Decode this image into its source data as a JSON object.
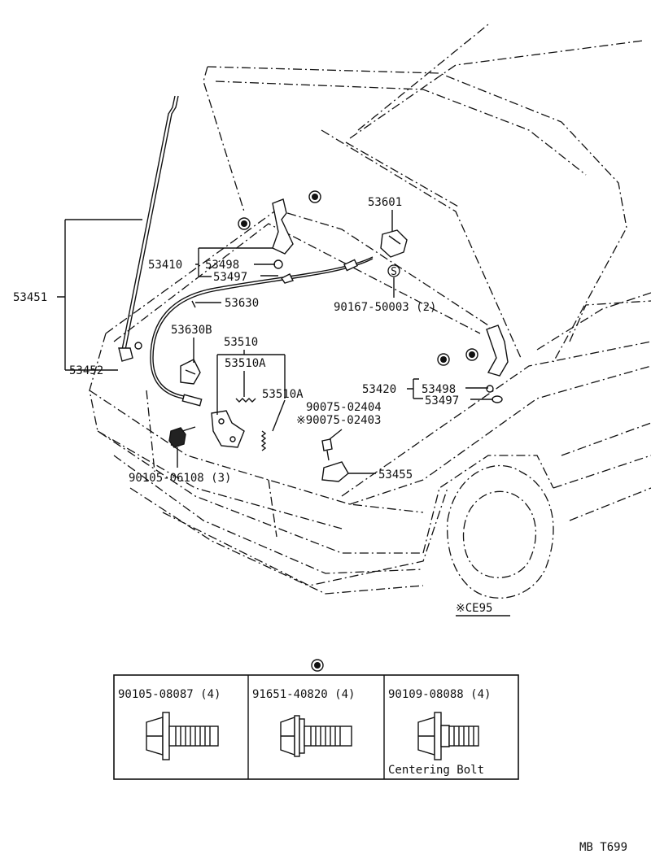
{
  "callouts": {
    "p53451": "53451",
    "p53452": "53452",
    "p53410": "53410",
    "p53498a": "53498",
    "p53497a": "53497",
    "p53630": "53630",
    "p53630b": "53630B",
    "p53510": "53510",
    "p53510a1": "53510A",
    "p53510a2": "53510A",
    "p53601": "53601",
    "p90167": "90167-50003 (2)",
    "p53420": "53420",
    "p53498b": "53498",
    "p53497b": "53497",
    "p90075a": "90075-02404",
    "p90075b": "※90075-02403",
    "p53455": "53455",
    "p90105": "90105-06108 (3)",
    "s_mark": "S"
  },
  "note": "※CE95",
  "fastener_table": {
    "cells": [
      {
        "part": "90105-08087 (4)",
        "caption": ""
      },
      {
        "part": "91651-40820 (4)",
        "caption": ""
      },
      {
        "part": "90109-08088 (4)",
        "caption": "Centering Bolt"
      }
    ]
  },
  "page_code": "MB T699"
}
